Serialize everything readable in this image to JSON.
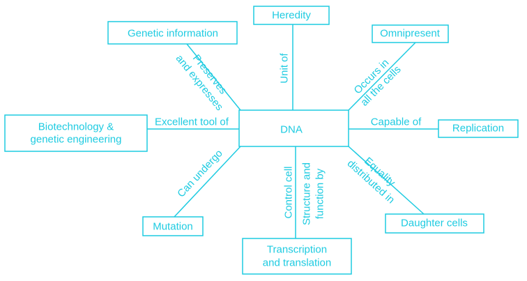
{
  "colors": {
    "accent": "#1ecbe1",
    "background": "#ffffff"
  },
  "nodes": {
    "dna": "DNA",
    "heredity": "Heredity",
    "genetic_information": "Genetic information",
    "omnipresent": "Omnipresent",
    "biotech": [
      "Biotechnology &",
      "genetic engineering"
    ],
    "replication": "Replication",
    "mutation": "Mutation",
    "transcription": [
      "Transcription",
      "and translation"
    ],
    "daughter_cells": "Daughter cells"
  },
  "links": {
    "unit_of": "Unit of",
    "preserves_expresses": [
      "Preserves",
      "and expresses"
    ],
    "occurs_in": [
      "Occurs in",
      "all the cells"
    ],
    "excellent_tool": "Excellent tool of",
    "capable_of": "Capable of",
    "can_undergo": "Can undergo",
    "control_cell": "Control cell",
    "structure_function": [
      "Structure and",
      "function by"
    ],
    "equality_distributed": [
      "Equality",
      "distributed in"
    ]
  }
}
